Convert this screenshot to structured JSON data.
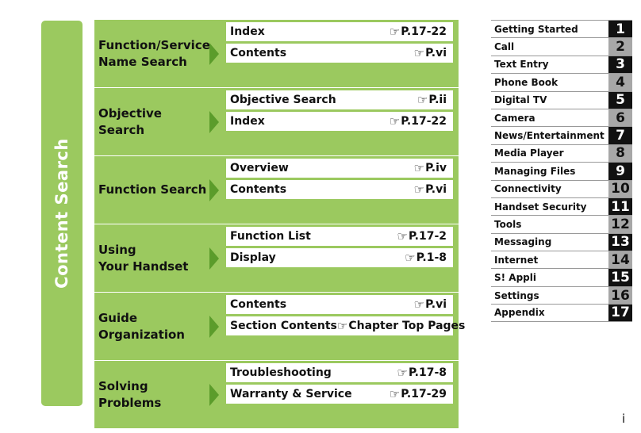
{
  "side_tab": {
    "label": "Content Search"
  },
  "groups": [
    {
      "title": "Function/Service\nName Search",
      "items": [
        {
          "label": "Index",
          "ref": "P.17-22"
        },
        {
          "label": "Contents",
          "ref": "P.vi"
        }
      ]
    },
    {
      "title": "Objective Search",
      "items": [
        {
          "label": "Objective Search",
          "ref": "P.ii"
        },
        {
          "label": "Index",
          "ref": "P.17-22"
        }
      ]
    },
    {
      "title": "Function Search",
      "items": [
        {
          "label": "Overview",
          "ref": "P.iv"
        },
        {
          "label": "Contents",
          "ref": "P.vi"
        }
      ]
    },
    {
      "title": "Using\nYour Handset",
      "items": [
        {
          "label": "Function List",
          "ref": "P.17-2"
        },
        {
          "label": "Display",
          "ref": "P.1-8"
        }
      ]
    },
    {
      "title": "Guide\nOrganization",
      "items": [
        {
          "label": "Contents",
          "ref": "P.vi"
        },
        {
          "label": "Section Contents",
          "ref": "Chapter Top Pages"
        }
      ]
    },
    {
      "title": "Solving\nProblems",
      "items": [
        {
          "label": "Troubleshooting",
          "ref": "P.17-8"
        },
        {
          "label": "Warranty & Service",
          "ref": "P.17-29"
        }
      ]
    }
  ],
  "ref_icon": "pointing-hand-icon",
  "chapters": [
    {
      "label": "Getting Started",
      "number": "1",
      "style": "dark"
    },
    {
      "label": "Call",
      "number": "2",
      "style": "light"
    },
    {
      "label": "Text Entry",
      "number": "3",
      "style": "dark"
    },
    {
      "label": "Phone Book",
      "number": "4",
      "style": "light"
    },
    {
      "label": "Digital TV",
      "number": "5",
      "style": "dark"
    },
    {
      "label": "Camera",
      "number": "6",
      "style": "light"
    },
    {
      "label": "News/Entertainment",
      "number": "7",
      "style": "dark"
    },
    {
      "label": "Media Player",
      "number": "8",
      "style": "light"
    },
    {
      "label": "Managing Files",
      "number": "9",
      "style": "dark"
    },
    {
      "label": "Connectivity",
      "number": "10",
      "style": "light"
    },
    {
      "label": "Handset Security",
      "number": "11",
      "style": "dark"
    },
    {
      "label": "Tools",
      "number": "12",
      "style": "light"
    },
    {
      "label": "Messaging",
      "number": "13",
      "style": "dark"
    },
    {
      "label": "Internet",
      "number": "14",
      "style": "light"
    },
    {
      "label": "S! Appli",
      "number": "15",
      "style": "dark"
    },
    {
      "label": "Settings",
      "number": "16",
      "style": "light"
    },
    {
      "label": "Appendix",
      "number": "17",
      "style": "dark"
    }
  ],
  "page_number": "i",
  "colors": {
    "accent_green": "#9bc95f",
    "arrow_green": "#5b9c2b",
    "dark_tab": "#111111",
    "light_tab": "#a7a7a7"
  }
}
